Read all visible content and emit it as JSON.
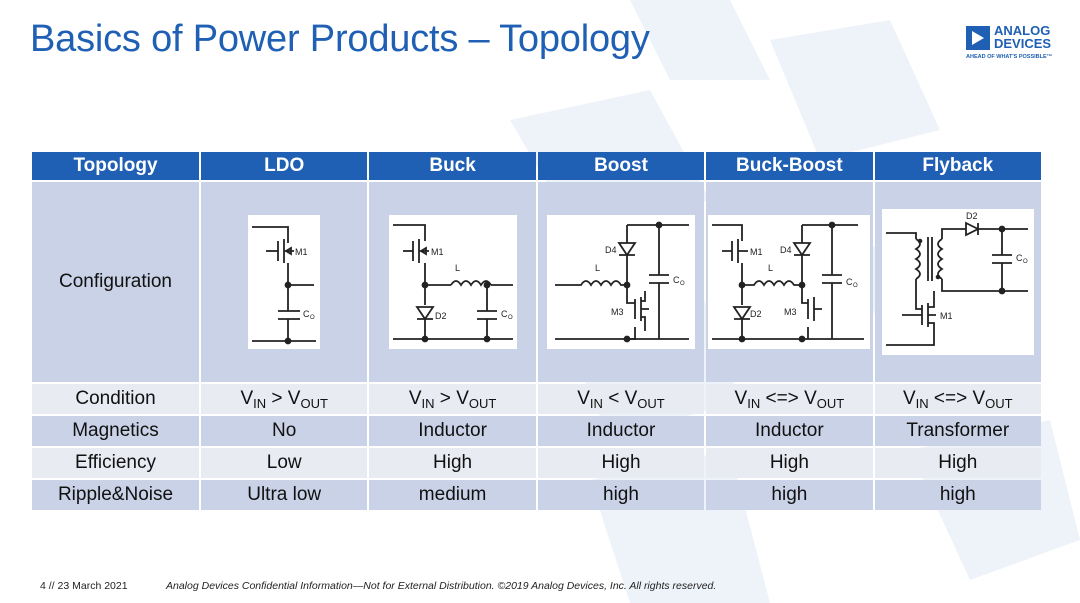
{
  "title": "Basics of Power Products – Topology",
  "logo": {
    "name_line1": "ANALOG",
    "name_line2": "DEVICES",
    "tagline": "AHEAD OF WHAT'S POSSIBLE™"
  },
  "table": {
    "headers": [
      "Topology",
      "LDO",
      "Buck",
      "Boost",
      "Buck-Boost",
      "Flyback"
    ],
    "config_label": "Configuration",
    "circuit_labels": {
      "ldo": {
        "m1": "M1",
        "co": "C",
        "co_sub": "O"
      },
      "buck": {
        "m1": "M1",
        "l": "L",
        "d2": "D2",
        "co": "C",
        "co_sub": "O"
      },
      "boost": {
        "d4": "D4",
        "l": "L",
        "m3": "M3",
        "co": "C",
        "co_sub": "O"
      },
      "buckboost": {
        "m1": "M1",
        "d4": "D4",
        "l": "L",
        "d2": "D2",
        "m3": "M3",
        "co": "C",
        "co_sub": "O"
      },
      "flyback": {
        "d2": "D2",
        "m1": "M1",
        "co": "C",
        "co_sub": "O"
      }
    },
    "condition": {
      "label": "Condition",
      "values": [
        {
          "a": "V",
          "a_sub": "IN",
          "op": " > ",
          "b": "V",
          "b_sub": "OUT"
        },
        {
          "a": "V",
          "a_sub": "IN",
          "op": " > ",
          "b": "V",
          "b_sub": "OUT"
        },
        {
          "a": "V",
          "a_sub": "IN",
          "op": " < ",
          "b": "V",
          "b_sub": "OUT"
        },
        {
          "a": "V",
          "a_sub": "IN",
          "op": " <=> ",
          "b": "V",
          "b_sub": "OUT"
        },
        {
          "a": "V",
          "a_sub": "IN",
          "op": " <=> ",
          "b": "V",
          "b_sub": "OUT"
        }
      ]
    },
    "magnetics": {
      "label": "Magnetics",
      "values": [
        "No",
        "Inductor",
        "Inductor",
        "Inductor",
        "Transformer"
      ]
    },
    "efficiency": {
      "label": "Efficiency",
      "values": [
        "Low",
        "High",
        "High",
        "High",
        "High"
      ]
    },
    "ripple": {
      "label": "Ripple&Noise",
      "values": [
        "Ultra low",
        "medium",
        "high",
        "high",
        "high"
      ]
    }
  },
  "footer": {
    "page": "4 // 23 March 2021",
    "confidential": "Analog Devices Confidential Information—Not for External Distribution. ©2019 Analog Devices, Inc. All rights reserved."
  },
  "colors": {
    "accent": "#1f5fb4",
    "row_dark": "#c9d2e6",
    "row_light": "#e8ebf2"
  }
}
